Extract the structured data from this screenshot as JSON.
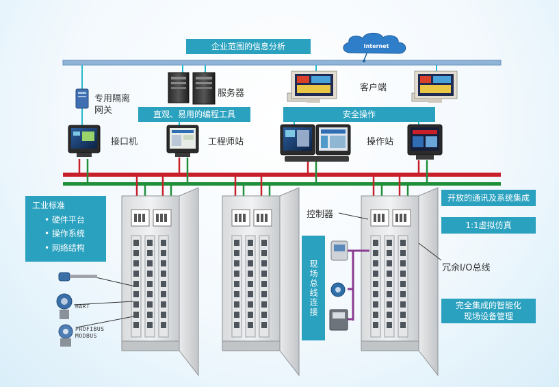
{
  "top_banner": "企业范围的信息分析",
  "cloud": "Internet",
  "labels": {
    "gateway": "专用隔离\n网关",
    "servers": "服务器",
    "client": "客户端",
    "interface_station": "接口机",
    "engineer_station": "工程师站",
    "operator_station": "操作站",
    "controller": "控制器",
    "redundant_io_bus": "冗余I/O总线"
  },
  "boxes": {
    "programming_tools": "直观、易用的编程工具",
    "safe_operation": "安全操作",
    "open_comm": "开放的通讯及系统集成",
    "virtual_sim": "1:1虚拟仿真",
    "field_mgmt": "完全集成的智能化\n现场设备管理",
    "fieldbus": "现场总线连接"
  },
  "industry_standard": {
    "title": "工业标准",
    "items": [
      "硬件平台",
      "操作系统",
      "网络结构"
    ]
  },
  "protocols": {
    "hart": "HART",
    "profibus": "PROFIBUS\nMODBUS"
  },
  "colors": {
    "teal": "#2aa1bf",
    "top_bus": "#8fb4d8",
    "red_bus": "#c8202a",
    "green_bus": "#1f8f3a",
    "cyan_link": "#22b8cf",
    "purple_link": "#8a3a8f"
  }
}
